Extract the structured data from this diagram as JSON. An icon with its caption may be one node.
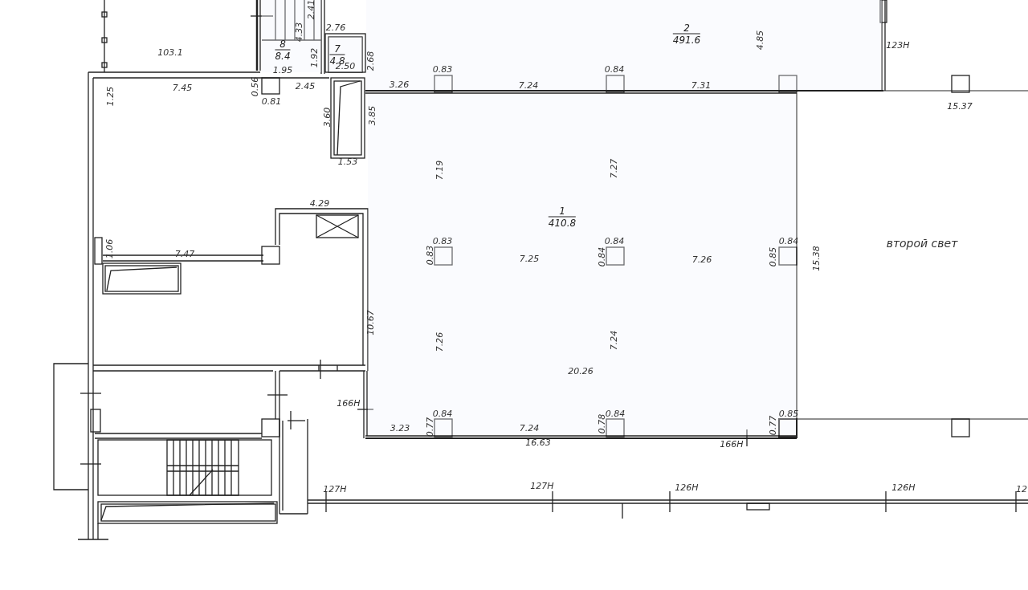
{
  "diagram": {
    "nodes": [
      {
        "text": [
          "2",
          "491.6"
        ]
      },
      {
        "text": [
          "8",
          "8.4"
        ]
      },
      {
        "text": [
          "7",
          "4.8"
        ]
      },
      {
        "text": [
          "1",
          "410.8"
        ]
      }
    ],
    "labels": [
      "2.41",
      "4.33",
      "2.76",
      "103.1",
      "1.92",
      "2.68",
      "4.85",
      "123Н",
      "1.95",
      "2.50",
      "0.83",
      "0.84",
      "0.56",
      "7.45",
      "2.45",
      "3.26",
      "7.24",
      "7.31",
      "0.81",
      "1.25",
      "15.37",
      "3.60",
      "3.85",
      "1.53",
      "7.19",
      "7.27",
      "4.29",
      "0.83",
      "0.84",
      "0.84",
      "1.06",
      "7.47",
      "0.83",
      "7.25",
      "0.84",
      "7.26",
      "0.85",
      "15.38",
      "второй свет",
      "10.67",
      "7.26",
      "7.24",
      "20.26",
      "166Н",
      "0.84",
      "0.84",
      "0.85",
      "3.23",
      "0.77",
      "7.24",
      "0.78",
      "0.77",
      "16.63",
      "166Н",
      "127Н",
      "127Н",
      "126Н",
      "126Н",
      "12"
    ]
  }
}
